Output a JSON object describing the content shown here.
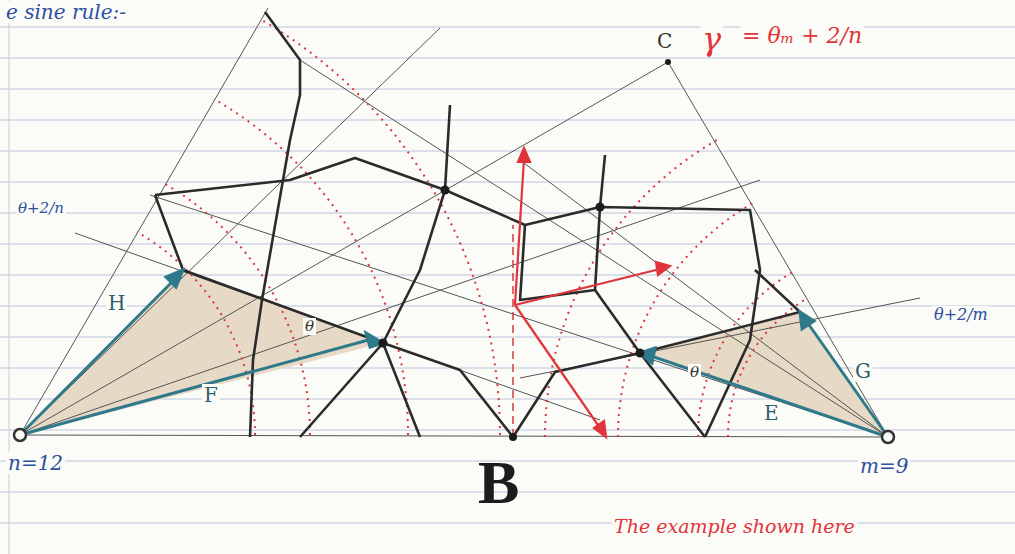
{
  "diagram": {
    "labels": [
      "e sine rule:-",
      "C",
      "γ",
      "= θₘ + 2/n",
      "θ+2/n",
      "H",
      "F",
      "θ",
      "θ",
      "E",
      "G",
      "θ+2/m",
      "n=12",
      "B",
      "m=9",
      "The example shown here"
    ]
  }
}
